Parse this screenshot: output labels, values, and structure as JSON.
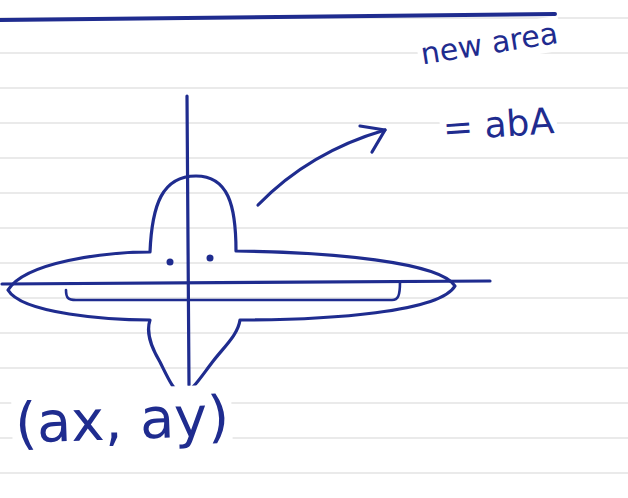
{
  "diagram": {
    "labels": [
      "new area",
      "= abA",
      "(ax, ay)"
    ]
  }
}
